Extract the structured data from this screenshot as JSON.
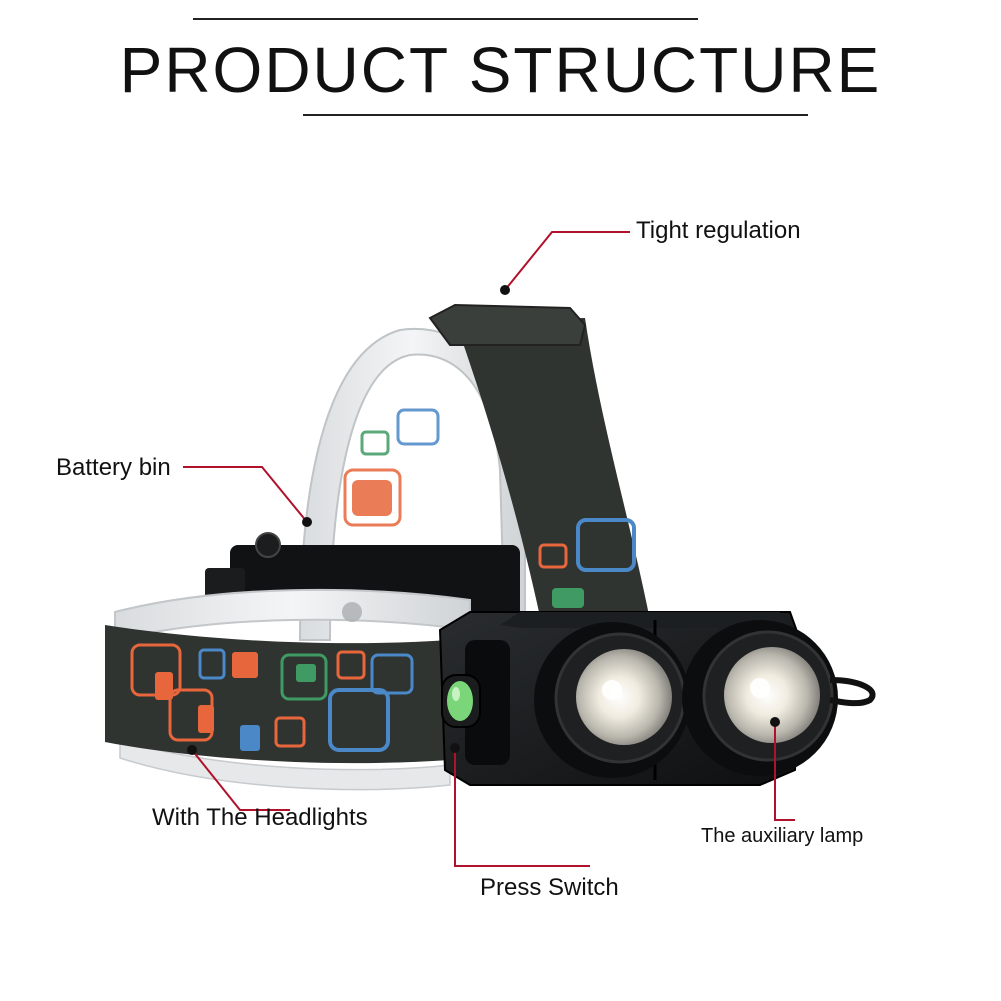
{
  "title": "PRODUCT STRUCTURE",
  "callouts": {
    "tight_regulation": "Tight regulation",
    "battery_bin": "Battery bin",
    "with_headlights": "With The Headlights",
    "auxiliary_lamp": "The auxiliary lamp",
    "press_switch": "Press Switch"
  },
  "colors": {
    "leader": "#b0112b",
    "strap": "#2f3431",
    "housing": "#111314",
    "switch": "#7bd67a",
    "pattern_orange": "#e8663b",
    "pattern_blue": "#4a88c8",
    "pattern_green": "#3f9a63"
  }
}
